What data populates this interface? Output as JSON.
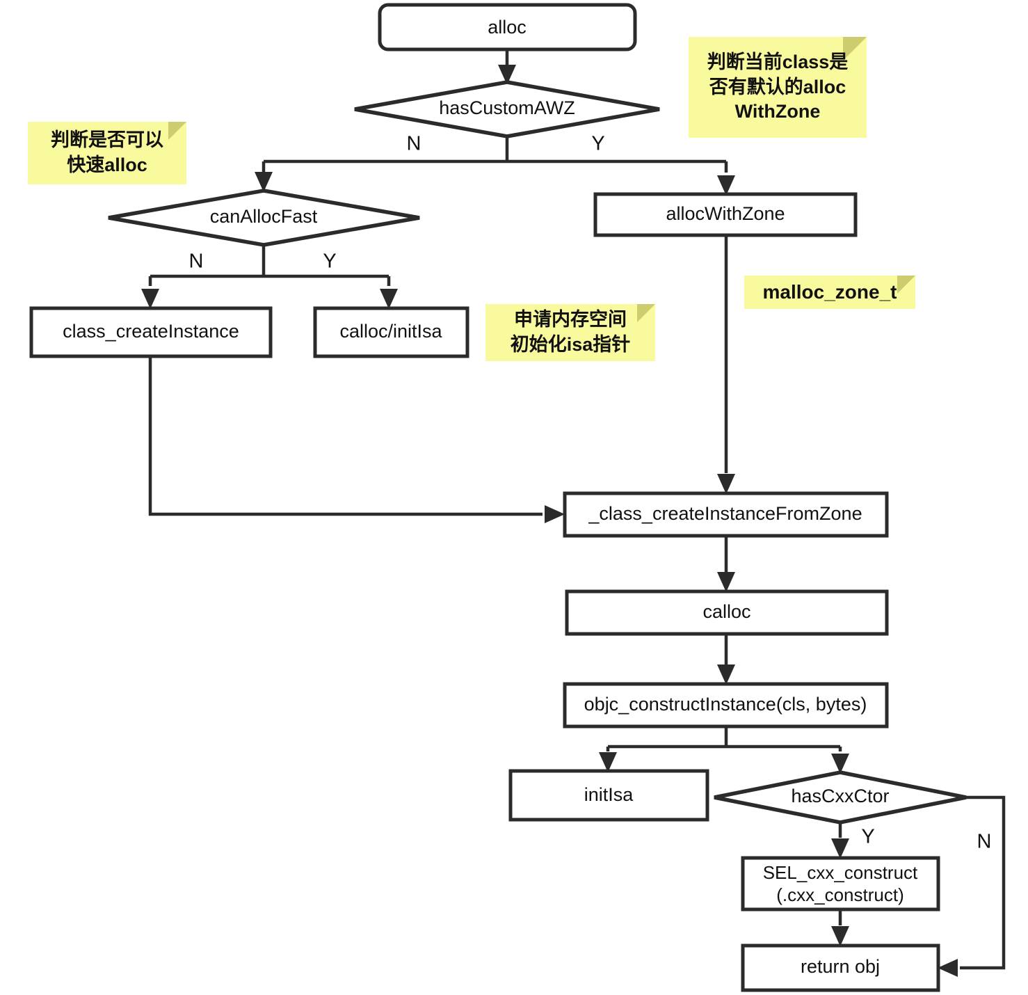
{
  "diagram": {
    "title": "alloc flow",
    "colors": {
      "stroke": "#2b2b2b",
      "note_bg": "#f9f99e",
      "note_fold": "#cdcd6e",
      "box_fill": "#ffffff",
      "text": "#111111"
    },
    "nodes": [
      {
        "id": "alloc",
        "shape": "rounded-rect",
        "label": "alloc"
      },
      {
        "id": "hasCustomAWZ",
        "shape": "diamond",
        "label": "hasCustomAWZ"
      },
      {
        "id": "canAllocFast",
        "shape": "diamond",
        "label": "canAllocFast"
      },
      {
        "id": "allocWithZone",
        "shape": "rect",
        "label": "allocWithZone"
      },
      {
        "id": "class_createInstance",
        "shape": "rect",
        "label": "class_createInstance"
      },
      {
        "id": "calloc_initIsa",
        "shape": "rect",
        "label": "calloc/initIsa"
      },
      {
        "id": "class_createInstanceFromZone",
        "shape": "rect",
        "label": "_class_createInstanceFromZone"
      },
      {
        "id": "calloc",
        "shape": "rect",
        "label": "calloc"
      },
      {
        "id": "objc_constructInstance",
        "shape": "rect",
        "label": "objc_constructInstance(cls, bytes)"
      },
      {
        "id": "initIsa",
        "shape": "rect",
        "label": "initIsa"
      },
      {
        "id": "hasCxxCtor",
        "shape": "diamond",
        "label": "hasCxxCtor"
      },
      {
        "id": "sel_cxx_construct",
        "shape": "rect",
        "label": "SEL_cxx_construct\n(.cxx_construct)",
        "line1": "SEL_cxx_construct",
        "line2": "(.cxx_construct)"
      },
      {
        "id": "return_obj",
        "shape": "rect",
        "label": "return obj"
      }
    ],
    "edge_labels": {
      "awz_no": "N",
      "awz_yes": "Y",
      "fast_no": "N",
      "fast_yes": "Y",
      "cxx_yes": "Y",
      "cxx_no": "N"
    },
    "notes": [
      {
        "id": "note-can-alloc-fast",
        "text": "判断是否可以\n快速alloc"
      },
      {
        "id": "note-has-custom-awz",
        "text": "判断当前class是\n否有默认的alloc\nWithZone"
      },
      {
        "id": "note-malloc-zone-t",
        "text": "malloc_zone_t"
      },
      {
        "id": "note-memory-isa",
        "text": "申请内存空间\n初始化isa指针"
      }
    ]
  }
}
